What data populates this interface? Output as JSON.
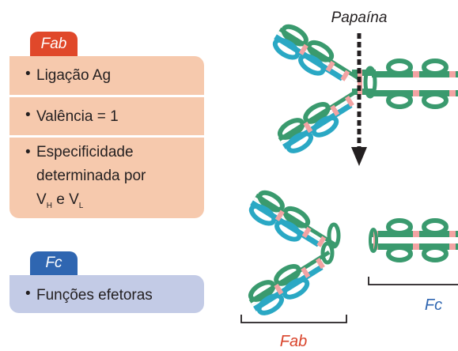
{
  "fab_panel": {
    "tab_label": "Fab",
    "items": [
      {
        "bullet": "•",
        "text": "Ligação Ag"
      },
      {
        "bullet": "•",
        "text": "Valência = 1"
      },
      {
        "bullet": "•",
        "line1": "Especificidade",
        "line2": "determinada por",
        "v1": "V",
        "sub1": "H",
        "conj": "e",
        "v2": "V",
        "sub2": "L"
      }
    ]
  },
  "fc_panel": {
    "tab_label": "Fc",
    "items": [
      {
        "bullet": "•",
        "text": "Funções efetoras"
      }
    ]
  },
  "diagram": {
    "enzyme_label": "Papaína",
    "fab_bracket_label": "Fab",
    "fc_bracket_label": "Fc"
  },
  "colors": {
    "fab_tab": "#e0482a",
    "fab_panel": "#f6c9ad",
    "fc_tab": "#2f66b1",
    "fc_panel": "#c3cbe6",
    "heavy_chain": "#3a9a6e",
    "light_chain": "#2aa8c4",
    "disulfide": "#f2a3a3",
    "fab_label": "#d9442b",
    "fc_label": "#2f66b1"
  }
}
